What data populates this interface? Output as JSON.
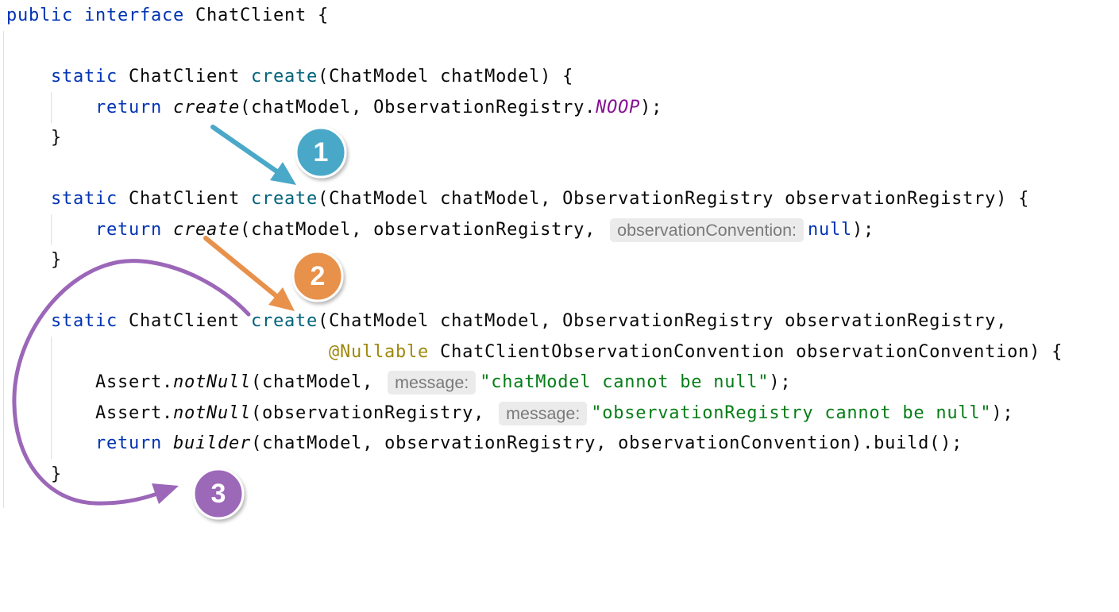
{
  "editor": {
    "lines": [
      [
        {
          "t": "public",
          "c": "#0033B3"
        },
        {
          "t": " "
        },
        {
          "t": "interface",
          "c": "#0033B3"
        },
        {
          "t": " ChatClient {"
        }
      ],
      [],
      [
        {
          "t": "    "
        },
        {
          "t": "static",
          "c": "#0033B3"
        },
        {
          "t": " ChatClient "
        },
        {
          "t": "create",
          "c": "#00627A"
        },
        {
          "t": "(ChatModel chatModel) {"
        }
      ],
      [
        {
          "t": "        "
        },
        {
          "t": "return",
          "c": "#0033B3"
        },
        {
          "t": " "
        },
        {
          "t": "create",
          "i": true
        },
        {
          "t": "(chatModel, ObservationRegistry."
        },
        {
          "t": "NOOP",
          "c": "#871094",
          "i": true
        },
        {
          "t": ");"
        }
      ],
      [
        {
          "t": "    }"
        }
      ],
      [],
      [
        {
          "t": "    "
        },
        {
          "t": "static",
          "c": "#0033B3"
        },
        {
          "t": " ChatClient "
        },
        {
          "t": "create",
          "c": "#00627A"
        },
        {
          "t": "(ChatModel chatModel, ObservationRegistry observationRegistry) {"
        }
      ],
      [
        {
          "t": "        "
        },
        {
          "t": "return",
          "c": "#0033B3"
        },
        {
          "t": " "
        },
        {
          "t": "create",
          "i": true
        },
        {
          "t": "(chatModel, observationRegistry, "
        },
        {
          "hint": "observationConvention:"
        },
        {
          "t": "null",
          "c": "#0033B3"
        },
        {
          "t": ");"
        }
      ],
      [
        {
          "t": "    }"
        }
      ],
      [],
      [
        {
          "t": "    "
        },
        {
          "t": "static",
          "c": "#0033B3"
        },
        {
          "t": " ChatClient "
        },
        {
          "t": "create",
          "c": "#00627A"
        },
        {
          "t": "(ChatModel chatModel, ObservationRegistry observationRegistry,"
        }
      ],
      [
        {
          "t": "                             "
        },
        {
          "t": "@Nullable",
          "c": "#9E880D"
        },
        {
          "t": " ChatClientObservationConvention observationConvention) {"
        }
      ],
      [
        {
          "t": "        Assert."
        },
        {
          "t": "notNull",
          "i": true
        },
        {
          "t": "(chatModel, "
        },
        {
          "hint": "message:"
        },
        {
          "t": "\"chatModel cannot be null\"",
          "c": "#067D17"
        },
        {
          "t": ");"
        }
      ],
      [
        {
          "t": "        Assert."
        },
        {
          "t": "notNull",
          "i": true
        },
        {
          "t": "(observationRegistry, "
        },
        {
          "hint": "message:"
        },
        {
          "t": "\"observationRegistry cannot be null\"",
          "c": "#067D17"
        },
        {
          "t": ");"
        }
      ],
      [
        {
          "t": "        "
        },
        {
          "t": "return",
          "c": "#0033B3"
        },
        {
          "t": " "
        },
        {
          "t": "builder",
          "i": true
        },
        {
          "t": "(chatModel, observationRegistry, observationConvention).build();"
        }
      ],
      [
        {
          "t": "    }"
        }
      ]
    ]
  },
  "annotations": {
    "markers": [
      {
        "label": "1",
        "color": "#4AA8C8"
      },
      {
        "label": "2",
        "color": "#E8914B"
      },
      {
        "label": "3",
        "color": "#9C67B8"
      }
    ]
  }
}
